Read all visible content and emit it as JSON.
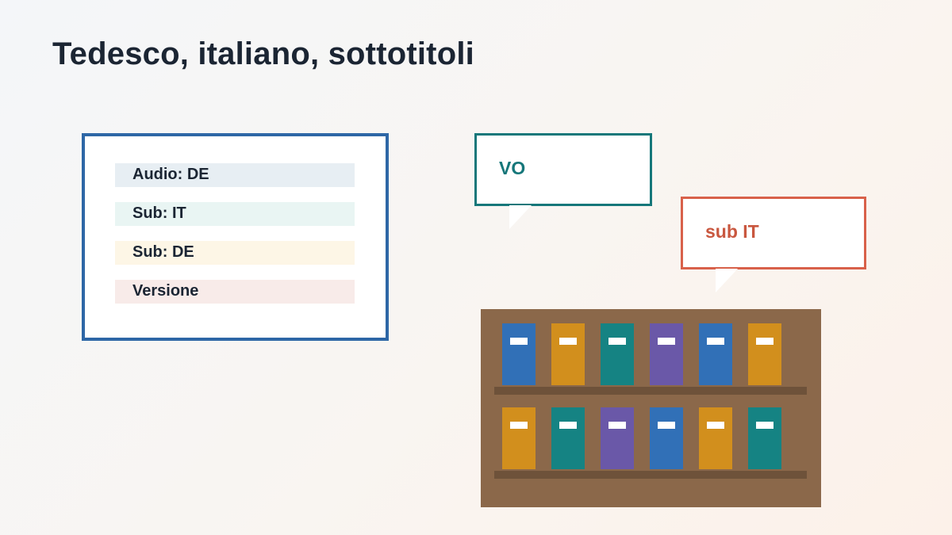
{
  "title": "Tedesco, italiano, sottotitoli",
  "legend": {
    "items": [
      {
        "label": "Audio: DE",
        "color": "#e7eef3"
      },
      {
        "label": "Sub: IT",
        "color": "#e9f5f3"
      },
      {
        "label": "Sub: DE",
        "color": "#fdf6e6"
      },
      {
        "label": "Versione",
        "color": "#f8ebe9"
      }
    ]
  },
  "bubbles": {
    "vo": {
      "label": "VO",
      "color": "#16777a"
    },
    "sub_it": {
      "label": "sub IT",
      "color": "#d8614a"
    }
  },
  "shelf": {
    "rows": [
      [
        "#3170b7",
        "#d28f1d",
        "#158383",
        "#6a58a8",
        "#3170b7",
        "#d28f1d"
      ],
      [
        "#d28f1d",
        "#158383",
        "#6a58a8",
        "#3170b7",
        "#d28f1d",
        "#158383"
      ]
    ]
  }
}
